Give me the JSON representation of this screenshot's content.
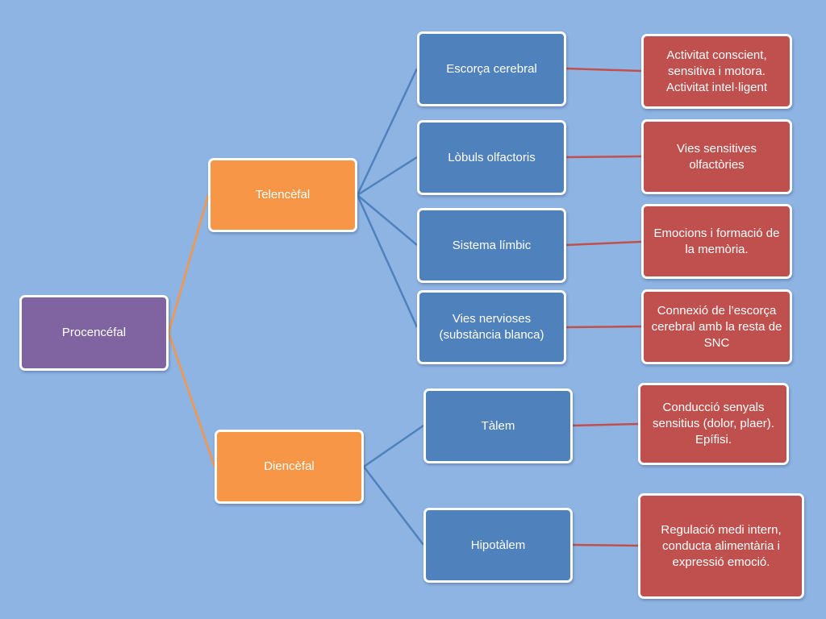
{
  "colors": {
    "background": "#8EB4E3",
    "root": "#8064A2",
    "level1": "#F79646",
    "level2": "#4F81BD",
    "level3": "#C0504D",
    "link_level1": "#F79646",
    "link_level2": "#4F81BD",
    "link_level3": "#C0504D"
  },
  "diagram": {
    "root": {
      "label": "Procencéfal"
    },
    "telencefal": {
      "label": "Telencèfal",
      "children": [
        {
          "label": "Escorça cerebral",
          "detail": "Activitat conscient, sensitiva i motora. Activitat intel·ligent"
        },
        {
          "label": "Lòbuls olfactoris",
          "detail": "Vies sensitives olfactòries"
        },
        {
          "label": "Sistema límbic",
          "detail": "Emocions i formació de la memòria."
        },
        {
          "label": "Vies nervioses (substància blanca)",
          "detail": "Connexió  de l’escorça cerebral amb  la resta de        SNC"
        }
      ]
    },
    "diencefal": {
      "label": "Diencèfal",
      "children": [
        {
          "label": "Tàlem",
          "detail": "Conducció senyals sensitius    (dolor, plaer). Epífisi."
        },
        {
          "label": "Hipotàlem",
          "detail": "Regulació medi intern, conducta alimentària i expressió emoció."
        }
      ]
    }
  }
}
